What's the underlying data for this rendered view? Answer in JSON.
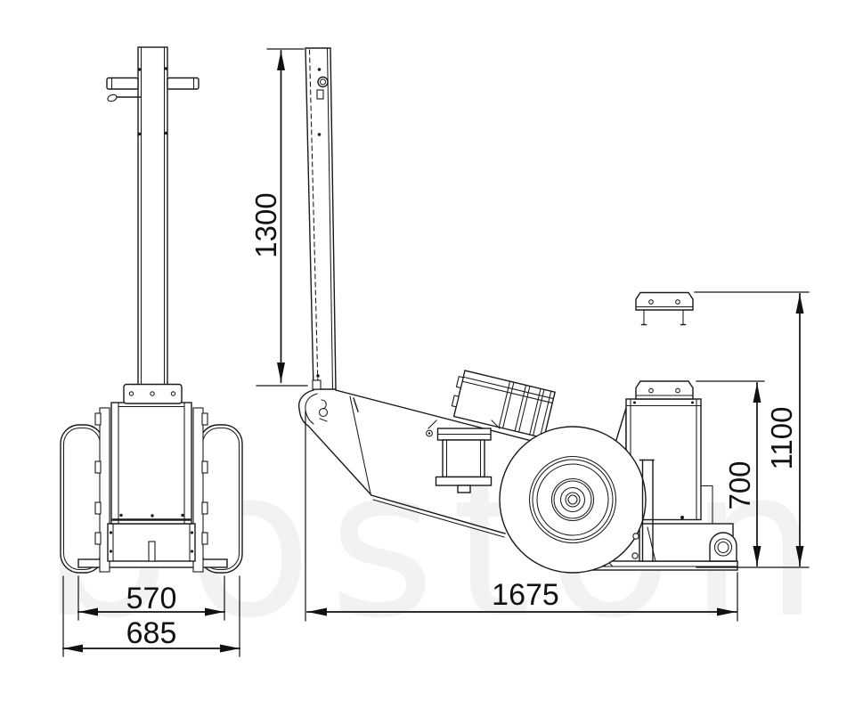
{
  "watermark": {
    "text": "boston"
  },
  "dims": {
    "handle_height": "1300",
    "track_width": "570",
    "overall_width": "685",
    "overall_length": "1675",
    "min_height": "700",
    "max_height": "1100"
  },
  "colors": {
    "line": "#1a1a1a",
    "dimension_text": "#111111",
    "watermark": "#f2f2f2",
    "background": "#ffffff"
  }
}
